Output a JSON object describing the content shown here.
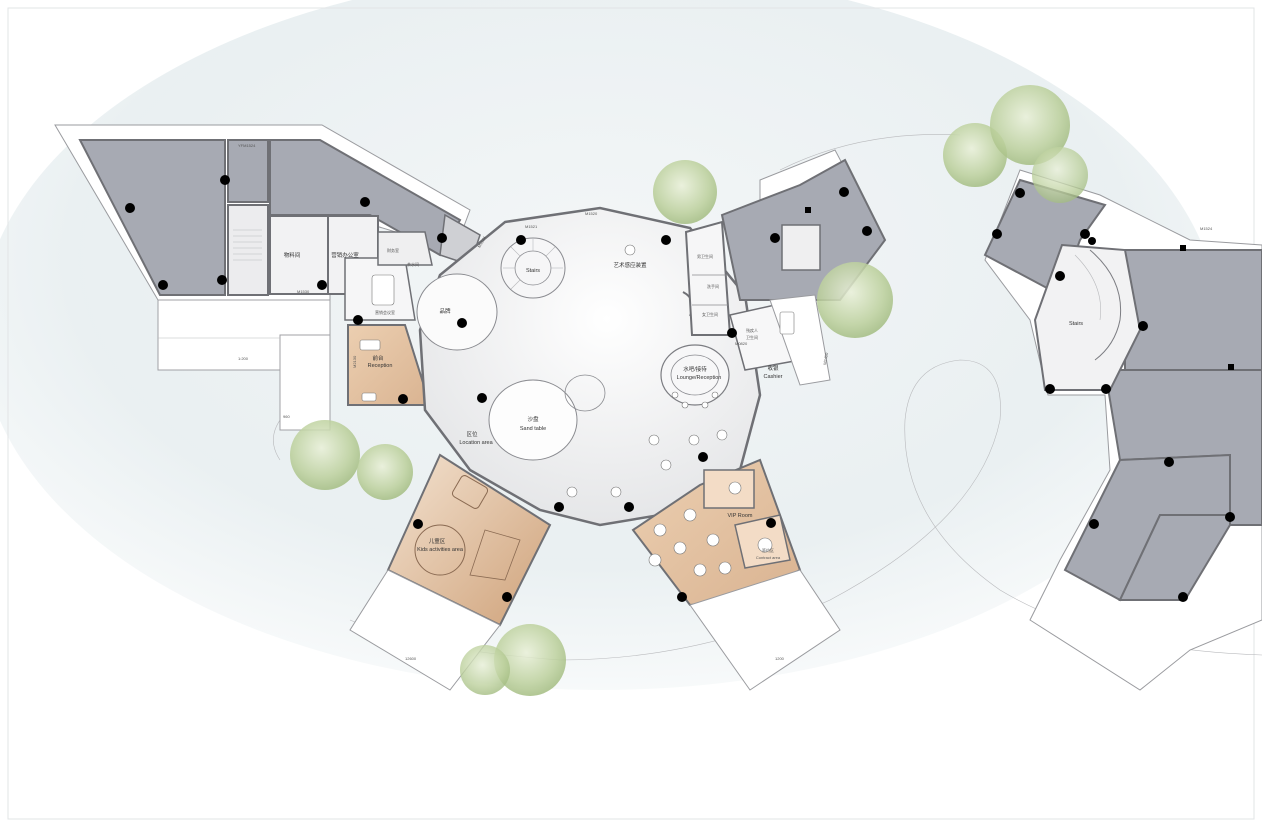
{
  "plan": {
    "dimension_labels": [
      "YFM1524",
      "M1524",
      "M1520",
      "M1530",
      "M2130",
      "M1521",
      "M2450",
      "M0820",
      "M1524",
      "12600",
      "1200",
      "1:200",
      "960"
    ],
    "rooms": {
      "stairs_center": "Stairs",
      "stairs_right": "Stairs",
      "art_installation": "艺术感应装置",
      "male_wc": "男卫生间",
      "washroom": "洗手间",
      "female_wc": "女卫生间",
      "storage": "物料间",
      "sales_office": "营销办公室",
      "meeting_room": "营销会议室",
      "finance": "财务室",
      "pantry": "茶水间",
      "brand": "品牌",
      "reception_cn": "前台",
      "reception_en": "Reception",
      "sand_cn": "沙盘",
      "sand_en": "Sand table",
      "location_cn": "区位",
      "location_en": "Location area",
      "lounge_cn": "水吧/接待",
      "lounge_en": "Lounge/Reception",
      "cashier_cn": "收银",
      "cashier_en": "Cashier",
      "accessible_cn": "残疾人",
      "accessible_cn2": "卫生间",
      "vip": "VIP Room",
      "contract_cn": "签约区",
      "contract_en": "Contract area",
      "kids_cn": "儿童区",
      "kids_en": "Kids activities area"
    }
  }
}
